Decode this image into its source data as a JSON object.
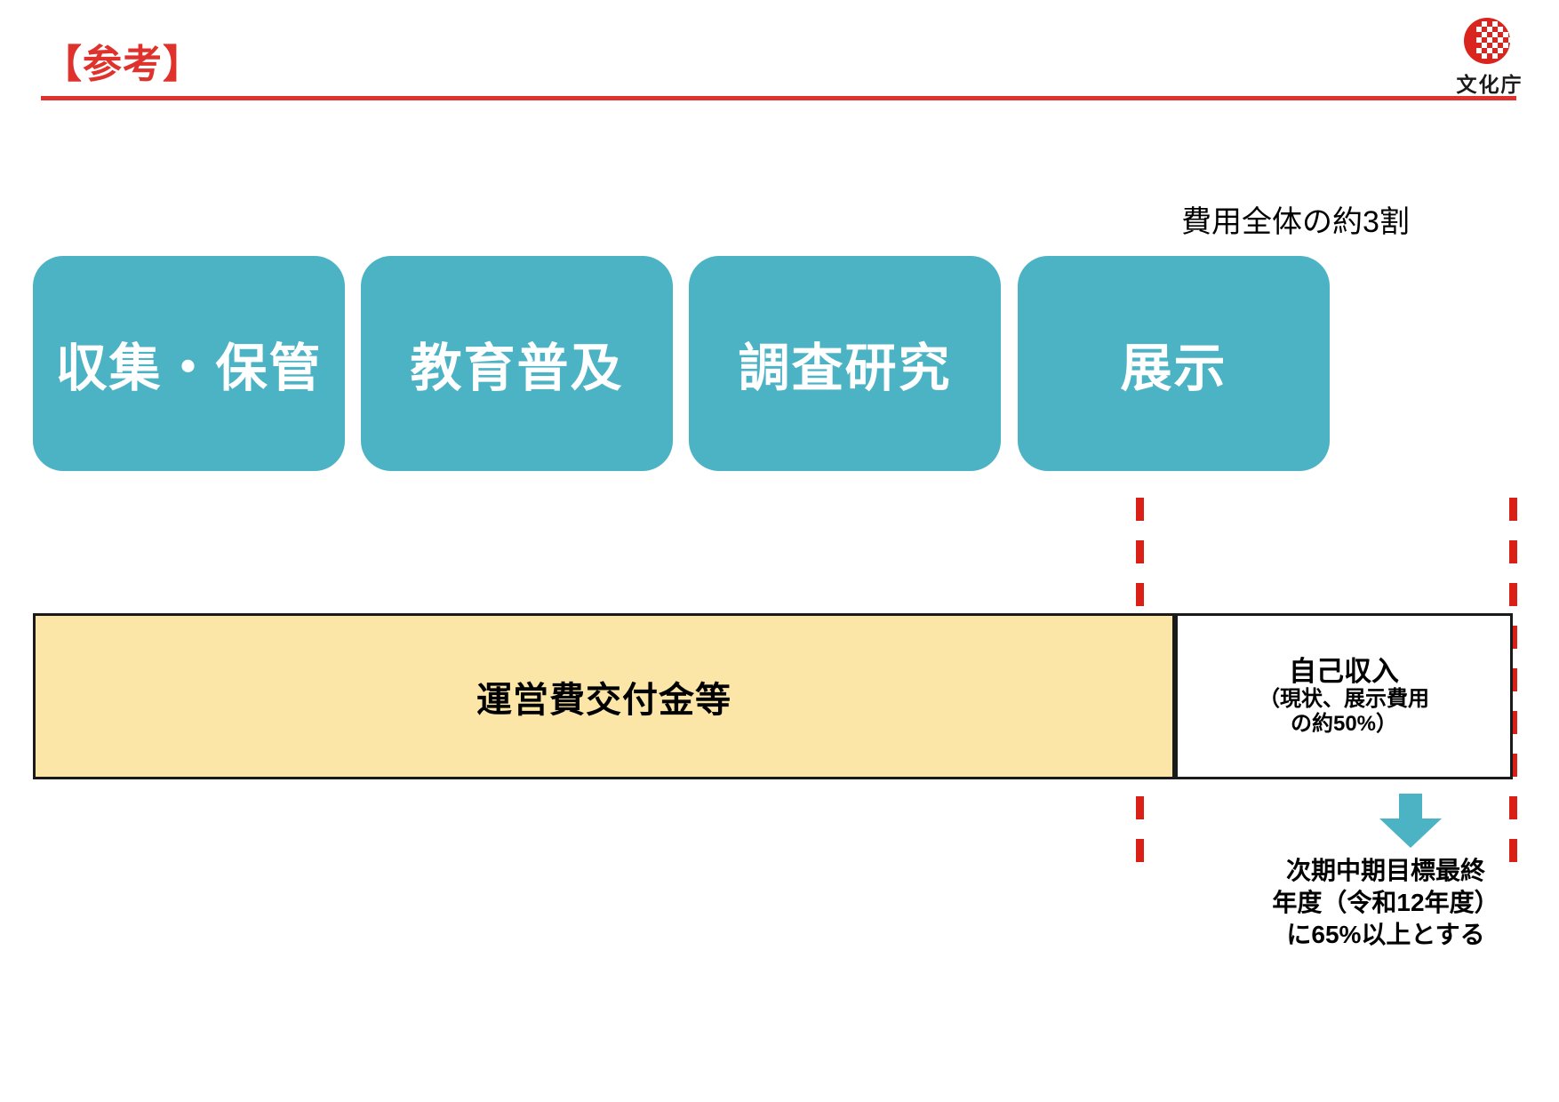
{
  "header": {
    "title": "【参考】",
    "rule_color": "#e0322c",
    "logo": {
      "name": "bunkacho-logo",
      "text": "文化庁",
      "mark_color": "#d9251d"
    }
  },
  "caption": {
    "cost_share": "費用全体の約3割"
  },
  "functions": {
    "box_color": "#4bb3c4",
    "items": [
      {
        "name": "collection-storage",
        "label": "収集・保管"
      },
      {
        "name": "education-outreach",
        "label": "教育普及"
      },
      {
        "name": "survey-research",
        "label": "調査研究"
      },
      {
        "name": "exhibition",
        "label": "展示"
      }
    ]
  },
  "funding_bar": {
    "subsidy": {
      "label": "運営費交付金等",
      "color": "#fbe6a8"
    },
    "own_revenue": {
      "title": "自己収入",
      "sub_line_1": "（現状、展示費用",
      "sub_line_2": "の約50%）",
      "color": "#ffffff"
    },
    "guide_line_color": "#d91f16"
  },
  "target": {
    "arrow_color": "#4bb3c4",
    "note_line_1": "次期中期目標最終",
    "note_line_2": "年度（令和12年度）",
    "note_line_3": "に65%以上とする"
  }
}
